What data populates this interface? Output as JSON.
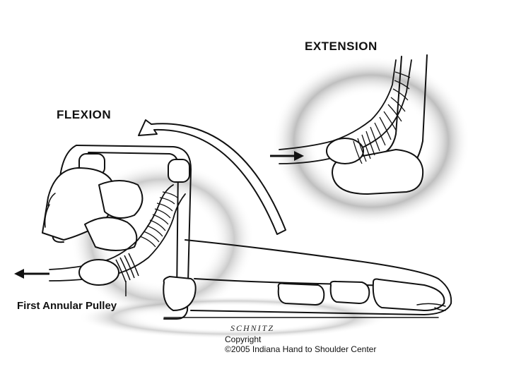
{
  "labels": {
    "extension": "EXTENSION",
    "flexion": "FLEXION",
    "pulley": "First Annular Pulley"
  },
  "credits": {
    "signature": "SCHNITZ",
    "copyright_word": "Copyright",
    "copyright_line": "©2005 Indiana Hand to Shoulder Center"
  },
  "colors": {
    "ink": "#111111",
    "stipple": "#9a9a9a",
    "background": "#ffffff"
  }
}
